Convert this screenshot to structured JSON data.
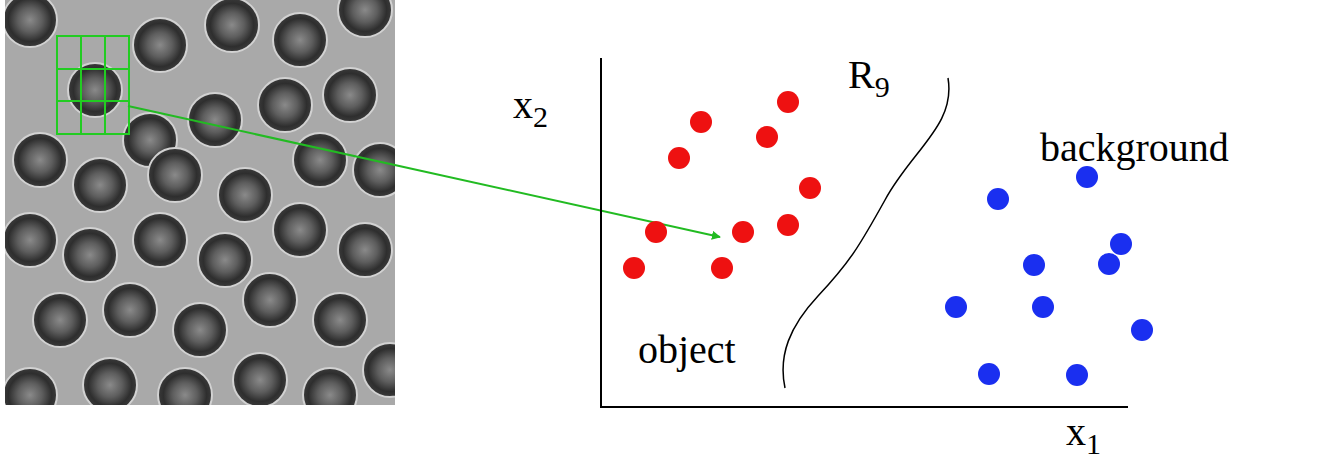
{
  "diagram": {
    "labels": [
      "R9",
      "x2",
      "background",
      "object",
      "x1"
    ]
  }
}
